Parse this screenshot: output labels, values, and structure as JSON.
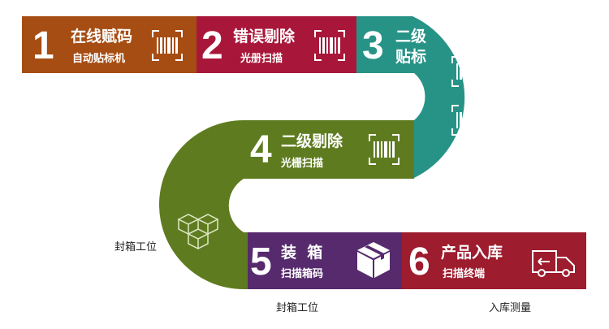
{
  "colors": {
    "step1": "#a64d13",
    "step2": "#a8173a",
    "step3": "#279387",
    "step4": "#5e7c1f",
    "step5": "#562a6c",
    "step6": "#9d1c2e"
  },
  "steps": [
    {
      "number": "1",
      "title": "在线赋码",
      "subtitle": "自动贴标机",
      "icon": "barcode-icon"
    },
    {
      "number": "2",
      "title": "错误剔除",
      "subtitle": "光册扫描",
      "icon": "barcode-icon"
    },
    {
      "number": "3",
      "title_line1": "二级",
      "title_line2": "贴标",
      "icon": "barcode-icon"
    },
    {
      "number": "4",
      "title": "二级剔除",
      "subtitle": "光栅扫描",
      "icon": "barcode-icon"
    },
    {
      "number": "5",
      "title": "装  箱",
      "subtitle": "扫描箱码",
      "icon": "box-icon"
    },
    {
      "number": "6",
      "title": "产品入库",
      "subtitle": "扫描终端",
      "icon": "truck-icon"
    }
  ],
  "captions": {
    "left_station": "封箱工位",
    "bottom_station": "封箱工位",
    "warehouse": "入库测量"
  },
  "decor": {
    "stack_icon": "stacked-boxes-icon"
  }
}
